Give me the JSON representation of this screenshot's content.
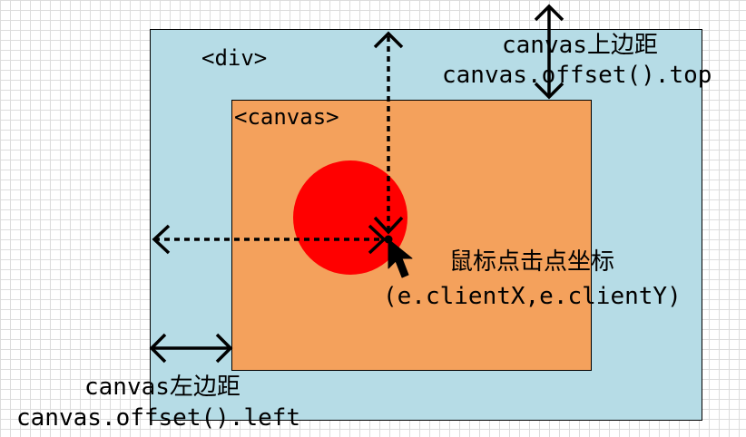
{
  "colors": {
    "div_fill": "#b6dce6",
    "canvas_fill": "#f4a15c",
    "circle_fill": "#ff0000",
    "line": "#000000"
  },
  "labels": {
    "div_tag": "<div>",
    "canvas_tag": "<canvas>",
    "top_offset_title": "canvas上边距",
    "top_offset_code": "canvas.offset().top",
    "left_offset_title": "canvas左边距",
    "left_offset_code": "canvas.offset().left",
    "click_point_title": "鼠标点击点坐标",
    "click_point_code": "(e.clientX,e.clientY)"
  },
  "icons": {
    "cursor": "mouse-pointer-icon"
  }
}
